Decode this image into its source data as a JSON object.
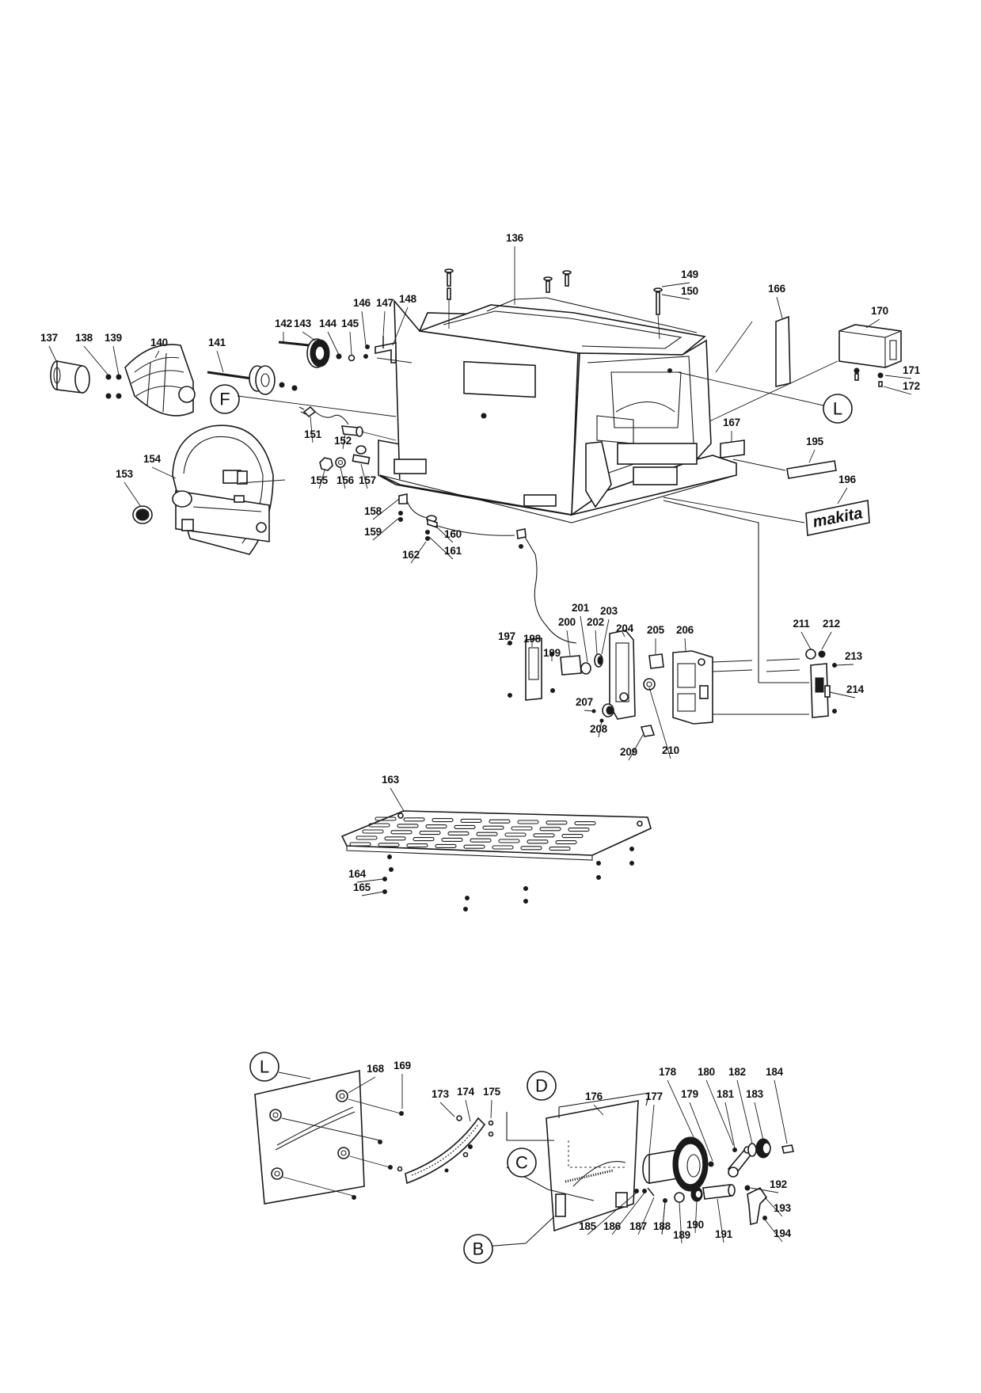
{
  "diagram": {
    "labels": [
      {
        "id": "136"
      },
      {
        "id": "137"
      },
      {
        "id": "138"
      },
      {
        "id": "139"
      },
      {
        "id": "140"
      },
      {
        "id": "141"
      },
      {
        "id": "142"
      },
      {
        "id": "143"
      },
      {
        "id": "144"
      },
      {
        "id": "145"
      },
      {
        "id": "146"
      },
      {
        "id": "147"
      },
      {
        "id": "148"
      },
      {
        "id": "149"
      },
      {
        "id": "150"
      },
      {
        "id": "151"
      },
      {
        "id": "152"
      },
      {
        "id": "153"
      },
      {
        "id": "154"
      },
      {
        "id": "155"
      },
      {
        "id": "156"
      },
      {
        "id": "157"
      },
      {
        "id": "158"
      },
      {
        "id": "159"
      },
      {
        "id": "160"
      },
      {
        "id": "161"
      },
      {
        "id": "162"
      },
      {
        "id": "163"
      },
      {
        "id": "164"
      },
      {
        "id": "165"
      },
      {
        "id": "166"
      },
      {
        "id": "167"
      },
      {
        "id": "168"
      },
      {
        "id": "169"
      },
      {
        "id": "170"
      },
      {
        "id": "171"
      },
      {
        "id": "172"
      },
      {
        "id": "173"
      },
      {
        "id": "174"
      },
      {
        "id": "175"
      },
      {
        "id": "176"
      },
      {
        "id": "177"
      },
      {
        "id": "178"
      },
      {
        "id": "179"
      },
      {
        "id": "180"
      },
      {
        "id": "181"
      },
      {
        "id": "182"
      },
      {
        "id": "183"
      },
      {
        "id": "184"
      },
      {
        "id": "185"
      },
      {
        "id": "186"
      },
      {
        "id": "187"
      },
      {
        "id": "188"
      },
      {
        "id": "188b",
        "text": "188"
      },
      {
        "id": "189"
      },
      {
        "id": "190"
      },
      {
        "id": "191"
      },
      {
        "id": "192"
      },
      {
        "id": "193"
      },
      {
        "id": "194"
      },
      {
        "id": "195"
      },
      {
        "id": "196"
      },
      {
        "id": "197"
      },
      {
        "id": "198"
      },
      {
        "id": "199"
      },
      {
        "id": "200"
      },
      {
        "id": "201"
      },
      {
        "id": "202"
      },
      {
        "id": "203"
      },
      {
        "id": "204"
      },
      {
        "id": "205"
      },
      {
        "id": "206"
      },
      {
        "id": "207"
      },
      {
        "id": "208"
      },
      {
        "id": "209"
      },
      {
        "id": "210"
      },
      {
        "id": "211"
      },
      {
        "id": "212"
      },
      {
        "id": "213"
      },
      {
        "id": "214"
      }
    ],
    "callouts": {
      "F": "F",
      "L_top": "L",
      "L_bottom": "L",
      "D": "D",
      "C": "C",
      "B": "B"
    },
    "brand_plate_text": "makita"
  }
}
